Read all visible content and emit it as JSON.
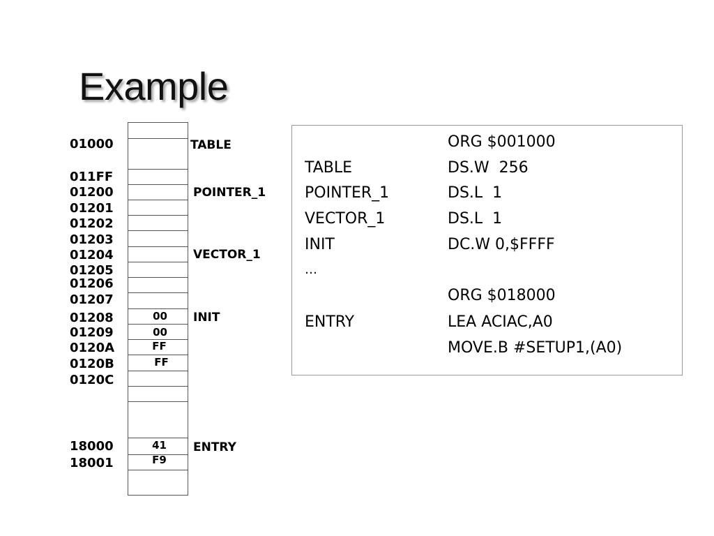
{
  "slide": {
    "title": "Example"
  },
  "memory_map": {
    "addresses": [
      "01000",
      "011FF",
      "01200",
      "01201",
      "01202",
      "01203",
      "01204",
      "01205",
      "01206",
      "01207",
      "01208",
      "01209",
      "0120A",
      "0120B",
      "0120C",
      "18000",
      "18001"
    ],
    "cell_values": [
      "00",
      "00",
      "FF",
      "FF",
      "41",
      "F9"
    ],
    "labels": [
      "TABLE",
      "POINTER_1",
      "VECTOR_1",
      "INIT",
      "ENTRY"
    ]
  },
  "code": {
    "lines": [
      {
        "label": "",
        "instr": "ORG $001000"
      },
      {
        "label": "TABLE",
        "instr": "DS.W  256"
      },
      {
        "label": "POINTER_1",
        "instr": "DS.L  1"
      },
      {
        "label": "VECTOR_1",
        "instr": "DS.L  1"
      },
      {
        "label": "INIT",
        "instr": "DC.W 0,$FFFF"
      },
      {
        "label": "…",
        "instr": ""
      },
      {
        "label": "",
        "instr": "ORG $018000"
      },
      {
        "label": "ENTRY",
        "instr": "LEA ACIAC,A0"
      },
      {
        "label": "",
        "instr": "MOVE.B #SETUP1,(A0)"
      }
    ]
  }
}
